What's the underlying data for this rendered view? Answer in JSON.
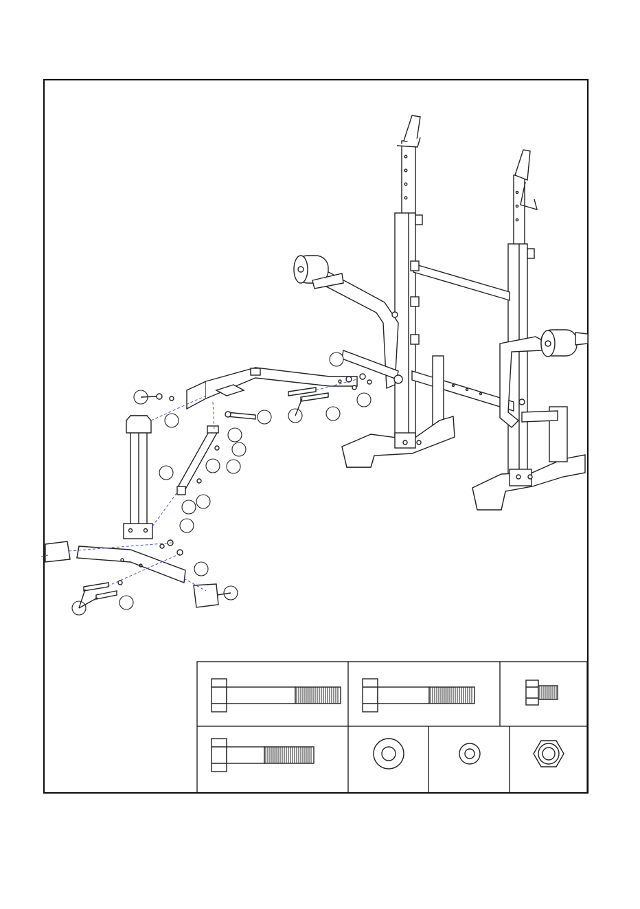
{
  "page": {
    "background": "#ffffff",
    "line_color": "#222222",
    "guide_color": "#4a56c8"
  },
  "diagram": {
    "kind": "exploded-assembly",
    "callout_count": 23,
    "callout_labels": []
  },
  "hardware_table": {
    "rows": 2,
    "cells": [
      {
        "row": 1,
        "col": 1,
        "icon": "long-hex-bolt-icon"
      },
      {
        "row": 1,
        "col": 2,
        "icon": "medium-hex-bolt-icon"
      },
      {
        "row": 1,
        "col": 3,
        "icon": "short-hex-bolt-icon"
      },
      {
        "row": 2,
        "col": 1,
        "icon": "hex-bolt-icon"
      },
      {
        "row": 2,
        "col": 2,
        "icon": "large-washer-icon"
      },
      {
        "row": 2,
        "col": 3,
        "icon": "small-washer-icon"
      },
      {
        "row": 2,
        "col": 4,
        "icon": "hex-nut-icon"
      }
    ],
    "labels": []
  }
}
